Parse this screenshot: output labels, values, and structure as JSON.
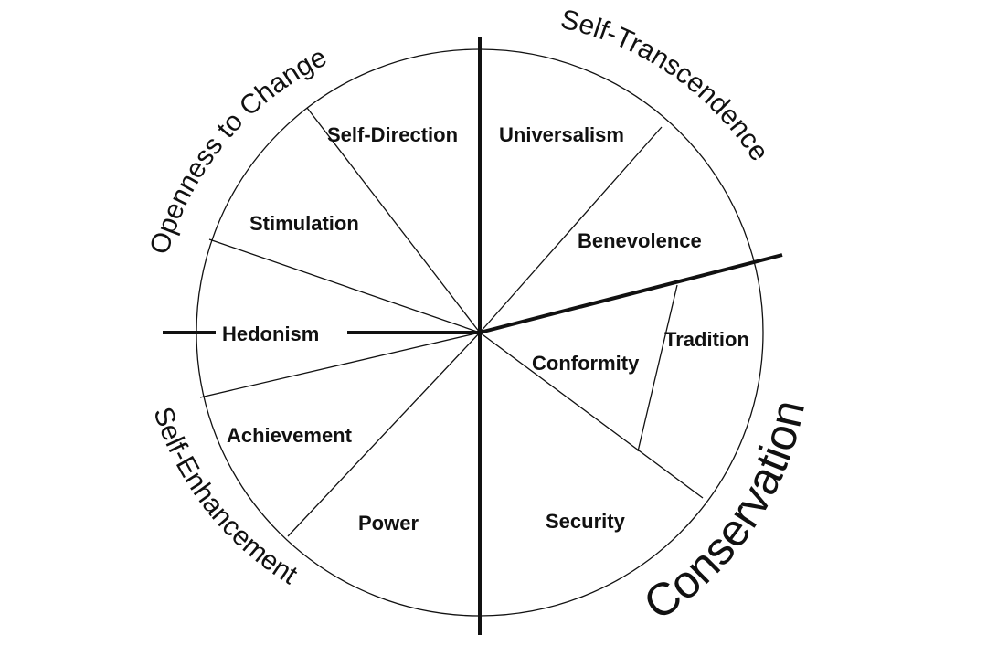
{
  "values": {
    "self_direction": "Self-Direction",
    "universalism": "Universalism",
    "stimulation": "Stimulation",
    "benevolence": "Benevolence",
    "hedonism": "Hedonism",
    "tradition": "Tradition",
    "conformity": "Conformity",
    "achievement": "Achievement",
    "power": "Power",
    "security": "Security"
  },
  "dimensions": {
    "openness": "Openness to Change",
    "self_transcendence": "Self-Transcendence",
    "self_enhancement": "Self-Enhancement",
    "conservation": "Conservation"
  }
}
